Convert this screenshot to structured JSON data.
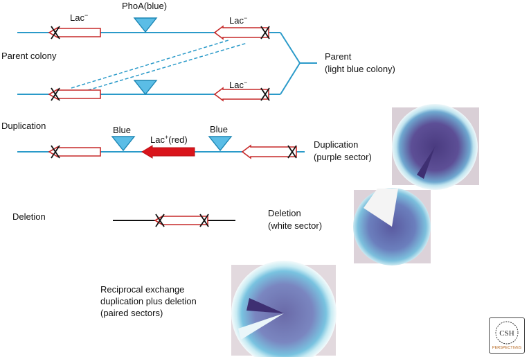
{
  "labels": {
    "parent_colony": "Parent colony",
    "duplication_left": "Duplication",
    "deletion_left": "Deletion",
    "lac_minus_top_left": "Lac",
    "lac_minus_top_right": "Lac",
    "lac_minus_second": "Lac",
    "minus_sign": "−",
    "phoa": "PhoA(blue)",
    "blue_left": "Blue",
    "blue_right": "Blue",
    "lac_plus_base": "Lac",
    "lac_plus_sign": "+",
    "lac_plus_suffix": "(red)",
    "parent_line1": "Parent",
    "parent_line2": "(light blue colony)",
    "duplication_line1": "Duplication",
    "duplication_line2": "(purple sector)",
    "deletion_line1": "Deletion",
    "deletion_line2": "(white sector)",
    "reciprocal_line1": "Reciprocal exchange",
    "reciprocal_line2": "duplication plus deletion",
    "reciprocal_line3": "(paired sectors)",
    "logo_top": "CSH",
    "logo_bottom": "PERSPECTIVES"
  },
  "colors": {
    "chromosome": "#2a9ac9",
    "deletion_line": "#111111",
    "lac_outline": "#c62828",
    "lac_plus_fill": "#d9141b",
    "phoa_fill": "#5bbde6",
    "phoa_stroke": "#1b86b4",
    "cross": "#111111",
    "crossover": "#2a9ac9",
    "colony_bg": "#dfd6dc",
    "colony_ring": "#c5e7f0",
    "colony_blue": "#6fb3d6",
    "colony_purple": "#5a4a8c",
    "sector_dark": "#3e2f72"
  },
  "icons": [
    "cross-mark-icon",
    "phoa-triangle-icon",
    "csh-logo-icon"
  ]
}
